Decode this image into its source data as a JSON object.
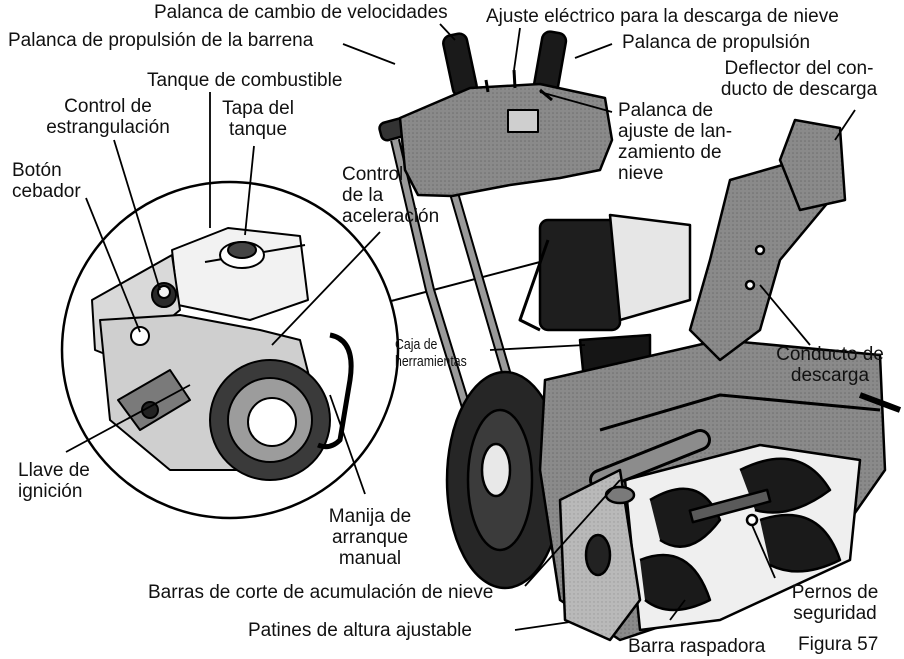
{
  "labels": {
    "palanca_cambio": "Palanca de cambio de velocidades",
    "ajuste_electrico": "Ajuste eléctrico para la descarga de nieve",
    "palanca_barrena": "Palanca de propulsión de la barrena",
    "palanca_propulsion": "Palanca de propulsión",
    "deflector_1": "Deflector del con-",
    "deflector_2": "ducto de descarga",
    "tanque": "Tanque de combustible",
    "control_estr_1": "Control de",
    "control_estr_2": "estrangulación",
    "tapa_1": "Tapa del",
    "tapa_2": "tanque",
    "lanzamiento_1": "Palanca de",
    "lanzamiento_2": "ajuste de lan-",
    "lanzamiento_3": "zamiento de",
    "lanzamiento_4": "nieve",
    "boton_1": "Botón",
    "boton_2": "cebador",
    "acel_1": "Control",
    "acel_2": "de la",
    "acel_3": "aceleración",
    "caja_1": "Caja de",
    "caja_2": "herramientas",
    "conducto_1": "Conducto de",
    "conducto_2": "descarga",
    "llave_1": "Llave de",
    "llave_2": "ignición",
    "manija_1": "Manija de",
    "manija_2": "arranque",
    "manija_3": "manual",
    "barras_corte": "Barras de corte de acumulación de nieve",
    "pernos_1": "Pernos de",
    "pernos_2": "seguridad",
    "patines": "Patines de altura ajustable",
    "barra_raspadora": "Barra raspadora",
    "figura": "Figura 57"
  }
}
